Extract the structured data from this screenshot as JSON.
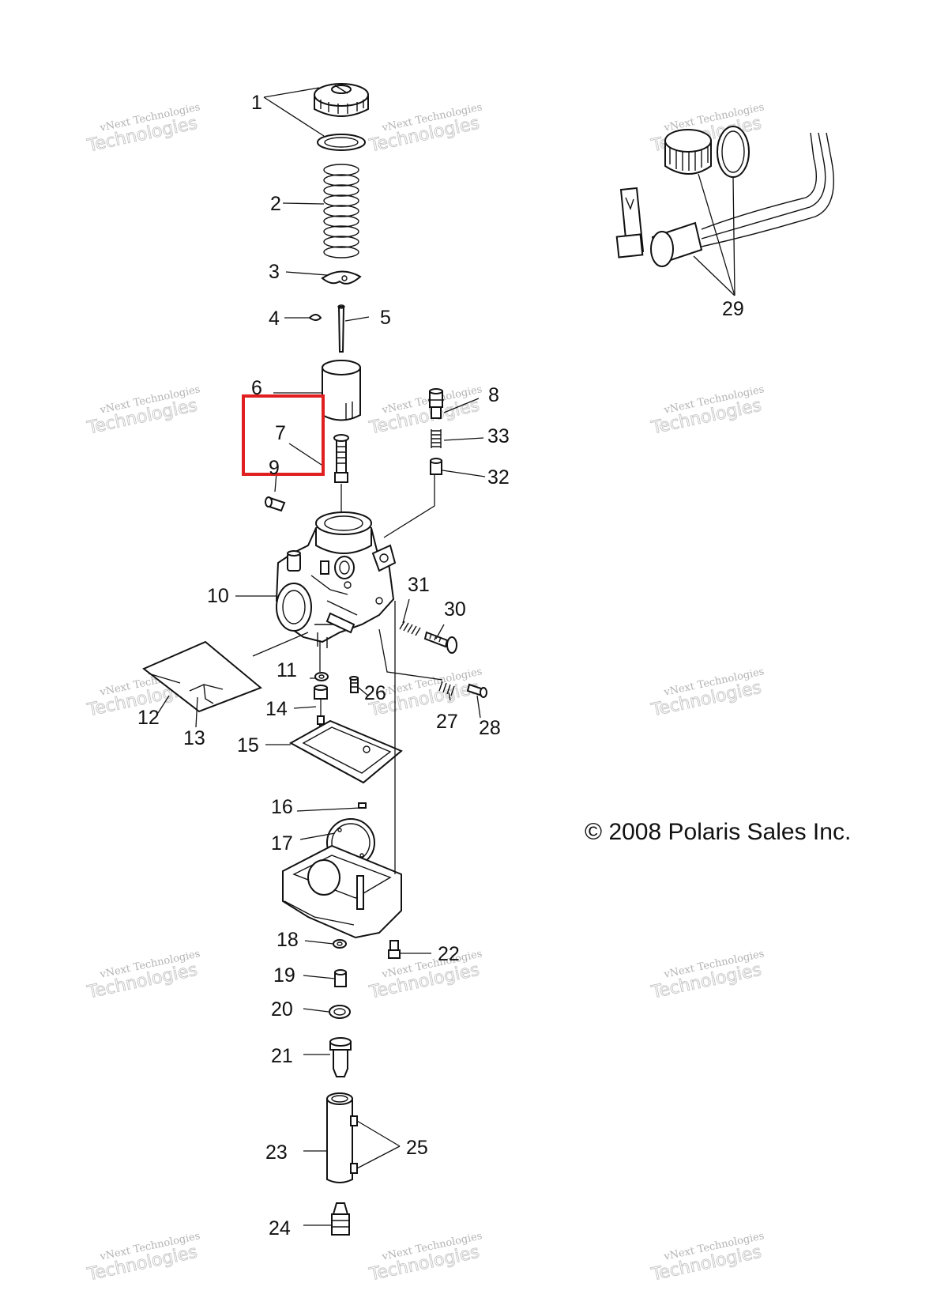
{
  "diagram": {
    "callouts": {
      "p1": "1",
      "p2": "2",
      "p3": "3",
      "p4": "4",
      "p5": "5",
      "p6": "6",
      "p7": "7",
      "p8": "8",
      "p9": "9",
      "p10": "10",
      "p11": "11",
      "p12": "12",
      "p13": "13",
      "p14": "14",
      "p15": "15",
      "p16": "16",
      "p17": "17",
      "p18": "18",
      "p19": "19",
      "p20": "20",
      "p21": "21",
      "p22": "22",
      "p23": "23",
      "p24": "24",
      "p25": "25",
      "p26": "26",
      "p27": "27",
      "p28": "28",
      "p29": "29",
      "p30": "30",
      "p31": "31",
      "p32": "32",
      "p33": "33"
    },
    "copyright": "© 2008 Polaris Sales Inc.",
    "watermark": {
      "line1": "vNext Technologies",
      "line2": "Technologies"
    },
    "highlight_color": "#e02020",
    "highlighted_part": "7"
  }
}
